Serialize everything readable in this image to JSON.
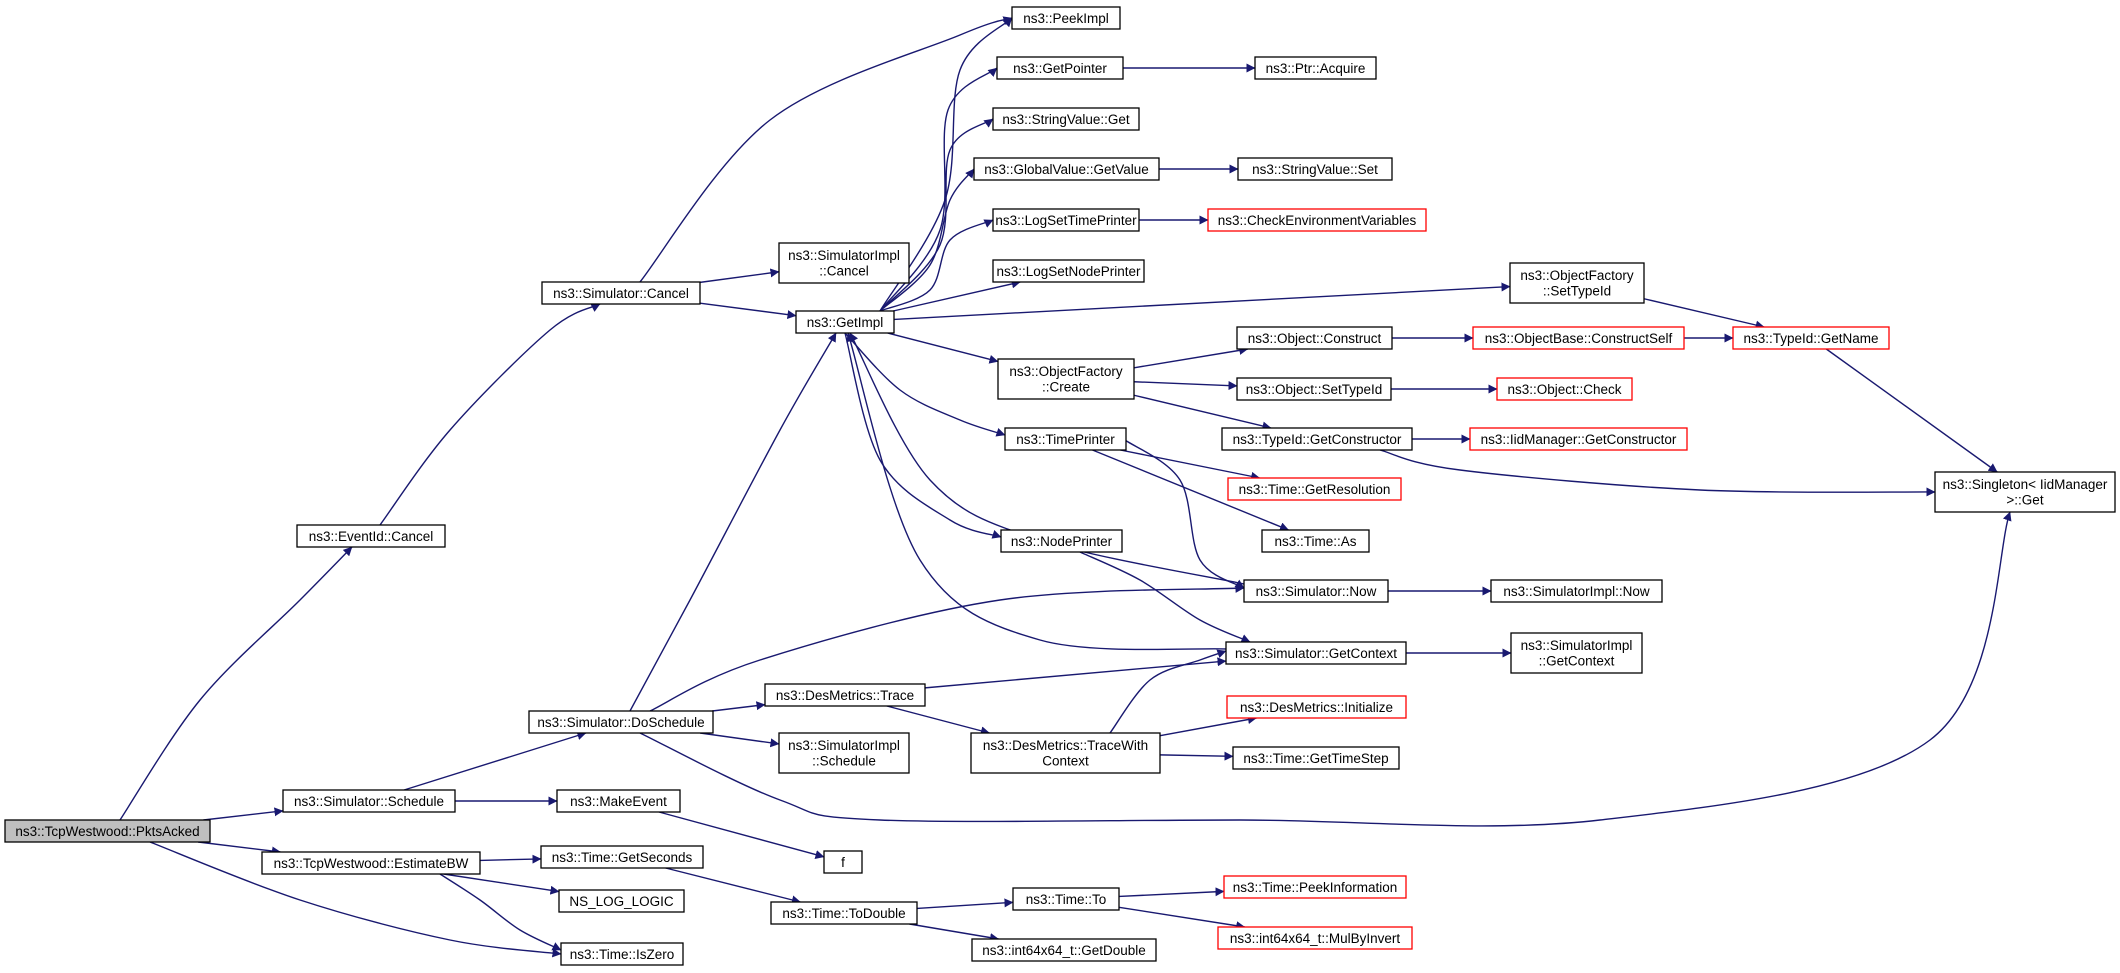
{
  "diagram": {
    "type": "call-graph",
    "colors": {
      "edge": "#191970",
      "root_fill": "#bfbfbf",
      "node_stroke": "#000000",
      "incomplete_stroke": "#ff0000"
    },
    "nodes": [
      {
        "id": "root",
        "lines": [
          "ns3::TcpWestwood::PktsAcked"
        ]
      },
      {
        "id": "eventid_cancel",
        "lines": [
          "ns3::EventId::Cancel"
        ]
      },
      {
        "id": "sim_schedule",
        "lines": [
          "ns3::Simulator::Schedule"
        ]
      },
      {
        "id": "estimatebw",
        "lines": [
          "ns3::TcpWestwood::EstimateBW"
        ]
      },
      {
        "id": "sim_cancel",
        "lines": [
          "ns3::Simulator::Cancel"
        ]
      },
      {
        "id": "sim_doschedule",
        "lines": [
          "ns3::Simulator::DoSchedule"
        ]
      },
      {
        "id": "makeevent",
        "lines": [
          "ns3::MakeEvent"
        ]
      },
      {
        "id": "getseconds",
        "lines": [
          "ns3::Time::GetSeconds"
        ]
      },
      {
        "id": "ns_log_logic",
        "lines": [
          "NS_LOG_LOGIC"
        ]
      },
      {
        "id": "iszero",
        "lines": [
          "ns3::Time::IsZero"
        ]
      },
      {
        "id": "simimpl_cancel",
        "lines": [
          "ns3::SimulatorImpl",
          "::Cancel"
        ]
      },
      {
        "id": "getimpl",
        "lines": [
          "ns3::GetImpl"
        ]
      },
      {
        "id": "desmetrics_trace",
        "lines": [
          "ns3::DesMetrics::Trace"
        ]
      },
      {
        "id": "simimpl_schedule",
        "lines": [
          "ns3::SimulatorImpl",
          "::Schedule"
        ]
      },
      {
        "id": "f",
        "lines": [
          "f"
        ]
      },
      {
        "id": "todouble",
        "lines": [
          "ns3::Time::ToDouble"
        ]
      },
      {
        "id": "peekimpl",
        "lines": [
          "ns3::PeekImpl"
        ]
      },
      {
        "id": "getpointer",
        "lines": [
          "ns3::GetPointer"
        ]
      },
      {
        "id": "stringvalue_get",
        "lines": [
          "ns3::StringValue::Get"
        ]
      },
      {
        "id": "globalvalue_getvalue",
        "lines": [
          "ns3::GlobalValue::GetValue"
        ]
      },
      {
        "id": "logsettimeprinter",
        "lines": [
          "ns3::LogSetTimePrinter"
        ]
      },
      {
        "id": "logsetnodeprinter",
        "lines": [
          "ns3::LogSetNodePrinter"
        ]
      },
      {
        "id": "objectfactory_create",
        "lines": [
          "ns3::ObjectFactory",
          "::Create"
        ]
      },
      {
        "id": "timeprinter",
        "lines": [
          "ns3::TimePrinter"
        ]
      },
      {
        "id": "nodeprinter",
        "lines": [
          "ns3::NodePrinter"
        ]
      },
      {
        "id": "tracewithcontext",
        "lines": [
          "ns3::DesMetrics::TraceWith",
          "Context"
        ]
      },
      {
        "id": "time_to",
        "lines": [
          "ns3::Time::To"
        ]
      },
      {
        "id": "getdouble",
        "lines": [
          "ns3::int64x64_t::GetDouble"
        ]
      },
      {
        "id": "ptr_acquire",
        "lines": [
          "ns3::Ptr::Acquire"
        ]
      },
      {
        "id": "stringvalue_set",
        "lines": [
          "ns3::StringValue::Set"
        ]
      },
      {
        "id": "checkenv",
        "lines": [
          "ns3::CheckEnvironmentVariables"
        ],
        "incomplete": true
      },
      {
        "id": "object_construct",
        "lines": [
          "ns3::Object::Construct"
        ]
      },
      {
        "id": "object_settypeid",
        "lines": [
          "ns3::Object::SetTypeId"
        ]
      },
      {
        "id": "typeid_getconstructor",
        "lines": [
          "ns3::TypeId::GetConstructor"
        ]
      },
      {
        "id": "time_getresolution",
        "lines": [
          "ns3::Time::GetResolution"
        ],
        "incomplete": true
      },
      {
        "id": "time_as",
        "lines": [
          "ns3::Time::As"
        ]
      },
      {
        "id": "sim_now",
        "lines": [
          "ns3::Simulator::Now"
        ]
      },
      {
        "id": "sim_getcontext",
        "lines": [
          "ns3::Simulator::GetContext"
        ]
      },
      {
        "id": "desmetrics_initialize",
        "lines": [
          "ns3::DesMetrics::Initialize"
        ],
        "incomplete": true
      },
      {
        "id": "time_gettimestep",
        "lines": [
          "ns3::Time::GetTimeStep"
        ]
      },
      {
        "id": "time_peekinformation",
        "lines": [
          "ns3::Time::PeekInformation"
        ],
        "incomplete": true
      },
      {
        "id": "mulbyinvert",
        "lines": [
          "ns3::int64x64_t::MulByInvert"
        ],
        "incomplete": true
      },
      {
        "id": "objectfactory_settypeid",
        "lines": [
          "ns3::ObjectFactory",
          "::SetTypeId"
        ]
      },
      {
        "id": "constructself",
        "lines": [
          "ns3::ObjectBase::ConstructSelf"
        ],
        "incomplete": true
      },
      {
        "id": "object_check",
        "lines": [
          "ns3::Object::Check"
        ],
        "incomplete": true
      },
      {
        "id": "iidmanager_getconstructor",
        "lines": [
          "ns3::IidManager::GetConstructor"
        ],
        "incomplete": true
      },
      {
        "id": "simimpl_now",
        "lines": [
          "ns3::SimulatorImpl::Now"
        ]
      },
      {
        "id": "simimpl_getcontext",
        "lines": [
          "ns3::SimulatorImpl",
          "::GetContext"
        ]
      },
      {
        "id": "typeid_getname",
        "lines": [
          "ns3::TypeId::GetName"
        ],
        "incomplete": true
      },
      {
        "id": "singleton_get",
        "lines": [
          "ns3::Singleton< IidManager",
          " >::Get"
        ]
      }
    ],
    "edges": [
      [
        "root",
        "eventid_cancel"
      ],
      [
        "root",
        "sim_schedule"
      ],
      [
        "root",
        "estimatebw"
      ],
      [
        "root",
        "iszero"
      ],
      [
        "eventid_cancel",
        "sim_cancel"
      ],
      [
        "sim_cancel",
        "peekimpl"
      ],
      [
        "sim_cancel",
        "simimpl_cancel"
      ],
      [
        "sim_cancel",
        "getimpl"
      ],
      [
        "sim_schedule",
        "sim_doschedule"
      ],
      [
        "sim_schedule",
        "makeevent"
      ],
      [
        "estimatebw",
        "getseconds"
      ],
      [
        "estimatebw",
        "ns_log_logic"
      ],
      [
        "estimatebw",
        "iszero"
      ],
      [
        "sim_doschedule",
        "getimpl"
      ],
      [
        "sim_doschedule",
        "sim_now"
      ],
      [
        "sim_doschedule",
        "desmetrics_trace"
      ],
      [
        "sim_doschedule",
        "simimpl_schedule"
      ],
      [
        "sim_doschedule",
        "singleton_get"
      ],
      [
        "makeevent",
        "f"
      ],
      [
        "getseconds",
        "todouble"
      ],
      [
        "getimpl",
        "peekimpl"
      ],
      [
        "getimpl",
        "getpointer"
      ],
      [
        "getimpl",
        "stringvalue_get"
      ],
      [
        "getimpl",
        "globalvalue_getvalue"
      ],
      [
        "getimpl",
        "logsettimeprinter"
      ],
      [
        "getimpl",
        "logsetnodeprinter"
      ],
      [
        "getimpl",
        "objectfactory_settypeid"
      ],
      [
        "getimpl",
        "objectfactory_create"
      ],
      [
        "getimpl",
        "timeprinter"
      ],
      [
        "getimpl",
        "nodeprinter"
      ],
      [
        "desmetrics_trace",
        "sim_getcontext"
      ],
      [
        "desmetrics_trace",
        "tracewithcontext"
      ],
      [
        "todouble",
        "time_to"
      ],
      [
        "todouble",
        "getdouble"
      ],
      [
        "getpointer",
        "ptr_acquire"
      ],
      [
        "globalvalue_getvalue",
        "stringvalue_set"
      ],
      [
        "logsettimeprinter",
        "checkenv"
      ],
      [
        "objectfactory_create",
        "object_construct"
      ],
      [
        "objectfactory_create",
        "object_settypeid"
      ],
      [
        "objectfactory_create",
        "typeid_getconstructor"
      ],
      [
        "timeprinter",
        "time_getresolution"
      ],
      [
        "timeprinter",
        "time_as"
      ],
      [
        "timeprinter",
        "sim_now"
      ],
      [
        "nodeprinter",
        "sim_getcontext"
      ],
      [
        "tracewithcontext",
        "sim_getcontext"
      ],
      [
        "tracewithcontext",
        "desmetrics_initialize"
      ],
      [
        "tracewithcontext",
        "time_gettimestep"
      ],
      [
        "time_to",
        "time_peekinformation"
      ],
      [
        "time_to",
        "mulbyinvert"
      ],
      [
        "object_construct",
        "constructself"
      ],
      [
        "object_settypeid",
        "object_check"
      ],
      [
        "typeid_getconstructor",
        "iidmanager_getconstructor"
      ],
      [
        "typeid_getconstructor",
        "singleton_get"
      ],
      [
        "sim_now",
        "simimpl_now"
      ],
      [
        "sim_now",
        "getimpl"
      ],
      [
        "sim_getcontext",
        "simimpl_getcontext"
      ],
      [
        "sim_getcontext",
        "getimpl"
      ],
      [
        "objectfactory_settypeid",
        "typeid_getname"
      ],
      [
        "constructself",
        "typeid_getname"
      ],
      [
        "typeid_getname",
        "singleton_get"
      ]
    ]
  }
}
